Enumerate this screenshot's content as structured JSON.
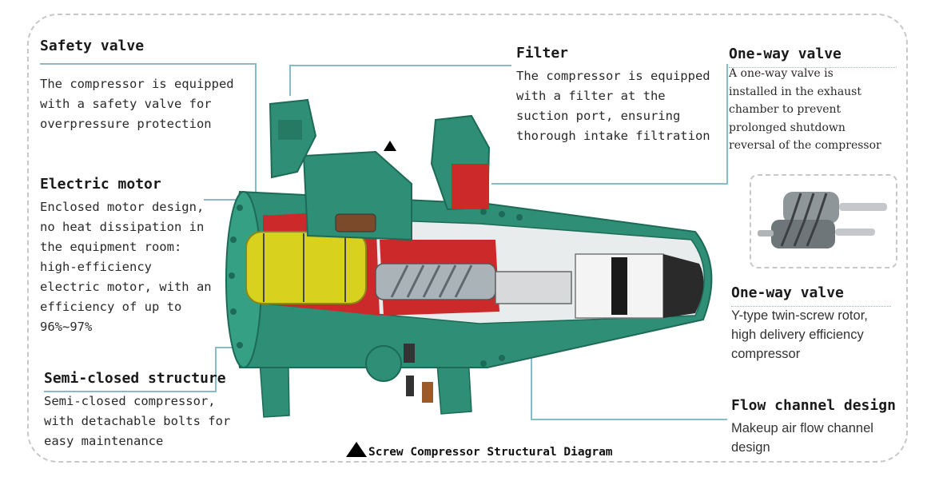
{
  "colors": {
    "body_green": "#2e8f76",
    "rotor_red": "#cc2a2a",
    "motor_yellow": "#d8d21e",
    "leader_line": "#86bcc7"
  },
  "labels": {
    "safety_valve": {
      "title": "Safety valve",
      "lines": [
        "The compressor is equipped",
        "with a safety valve for",
        "overpressure protection"
      ]
    },
    "electric_motor": {
      "title": "Electric motor",
      "lines": [
        "Enclosed motor design,",
        "no heat dissipation in",
        "the equipment room:",
        "high-efficiency",
        "electric motor, with an",
        "efficiency of up to",
        "96%~97%"
      ]
    },
    "semi_closed": {
      "title": "Semi-closed structure",
      "lines": [
        "Semi-closed compressor,",
        "with detachable bolts for",
        "easy maintenance"
      ]
    },
    "filter": {
      "title": "Filter",
      "lines": [
        "The compressor is equipped",
        "with a filter at the",
        "suction port, ensuring",
        "thorough intake filtration"
      ]
    },
    "one_way_valve_top": {
      "title": "One-way valve",
      "lines": [
        "A one-way valve is",
        "installed in the exhaust",
        "chamber to prevent",
        "prolonged shutdown",
        "reversal of the compressor"
      ]
    },
    "one_way_valve_mid": {
      "title": "One-way valve",
      "lines": [
        "Y-type twin-screw rotor,",
        "high delivery efficiency",
        "compressor"
      ]
    },
    "flow_channel": {
      "title": "Flow channel design",
      "lines": [
        "Makeup air flow channel",
        "design"
      ]
    }
  },
  "caption": "Screw Compressor Structural Diagram"
}
